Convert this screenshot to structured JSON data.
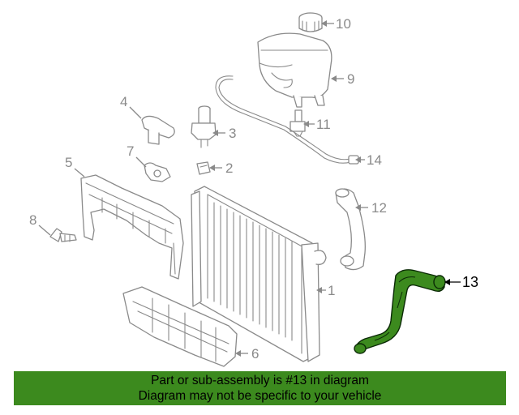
{
  "callouts": [
    {
      "id": "c1",
      "label": "1"
    },
    {
      "id": "c2",
      "label": "2"
    },
    {
      "id": "c3",
      "label": "3"
    },
    {
      "id": "c4",
      "label": "4"
    },
    {
      "id": "c5",
      "label": "5"
    },
    {
      "id": "c6",
      "label": "6"
    },
    {
      "id": "c7",
      "label": "7"
    },
    {
      "id": "c8",
      "label": "8"
    },
    {
      "id": "c9",
      "label": "9"
    },
    {
      "id": "c10",
      "label": "10"
    },
    {
      "id": "c11",
      "label": "11"
    },
    {
      "id": "c12",
      "label": "12"
    },
    {
      "id": "c13",
      "label": "13",
      "highlighted": true
    },
    {
      "id": "c14",
      "label": "14"
    }
  ],
  "banner": {
    "line1": "Part or sub-assembly is #13 in diagram",
    "line2": "Diagram may not be specific to your vehicle"
  },
  "colors": {
    "highlight": "#3c8a1e",
    "parts_outline": "#8a8a8a",
    "banner_bg": "#3c8a1e"
  }
}
